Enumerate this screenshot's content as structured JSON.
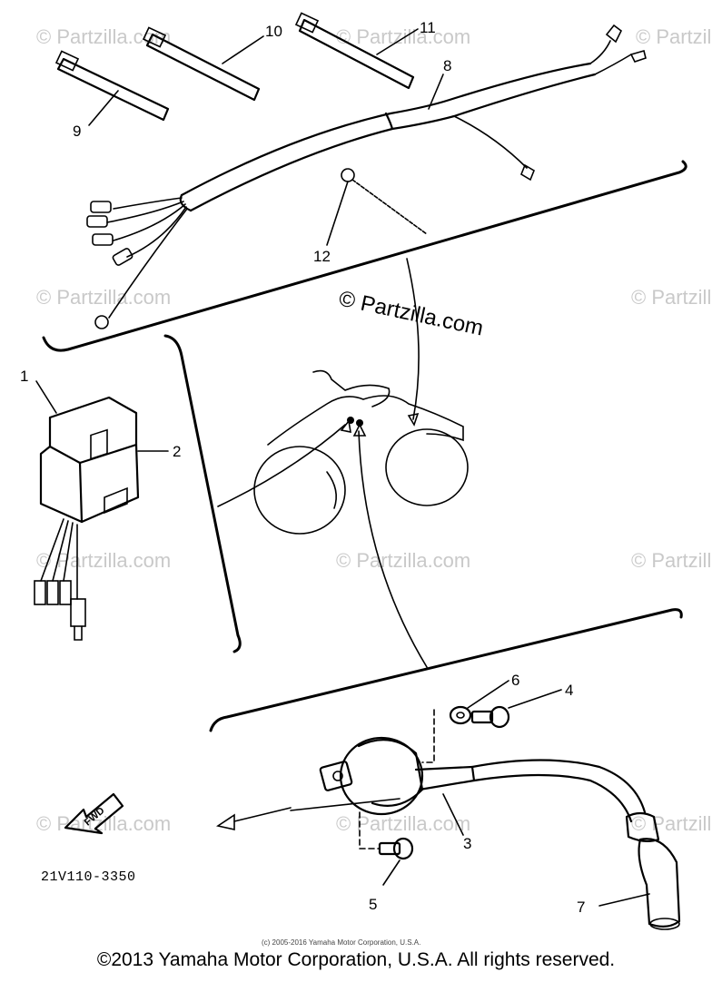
{
  "diagram": {
    "watermark_text": "© Partzilla.com",
    "center_watermark": "© Partzilla.com",
    "part_code": "21V110-3350",
    "fwd_label": "FWD",
    "small_copyright": "(c) 2005-2016 Yamaha Motor Corporation, U.S.A.",
    "callouts": {
      "c1": "1",
      "c2": "2",
      "c3": "3",
      "c4": "4",
      "c5": "5",
      "c6": "6",
      "c7": "7",
      "c8": "8",
      "c9": "9",
      "c10": "10",
      "c11": "11",
      "c12": "12"
    }
  },
  "footer": {
    "copyright": "©2013 Yamaha Motor Corporation, U.S.A. All rights reserved."
  }
}
